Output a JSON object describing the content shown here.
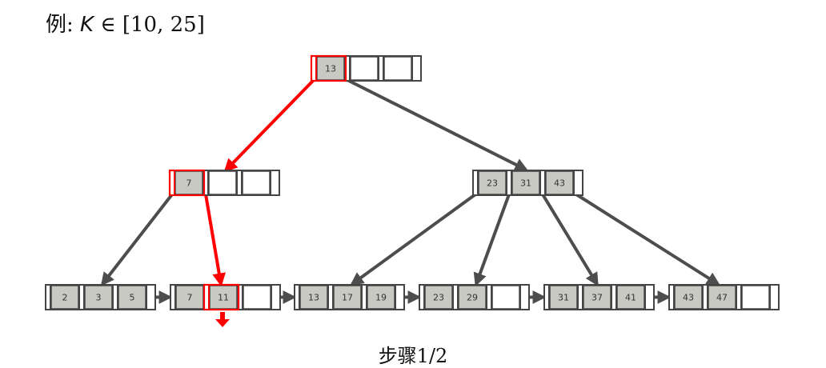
{
  "title": {
    "prefix": "例: ",
    "var": "K",
    "relation": " ∈ [10, 25]"
  },
  "caption": "步骤1/2",
  "colors": {
    "key_fill": "#c8c9c3",
    "border": "#444444",
    "highlight": "#ff0000",
    "edge": "#4d4d4d"
  },
  "tree": {
    "root": {
      "id": "root",
      "keys": [
        "13"
      ],
      "highlight_key": 0
    },
    "internal": [
      {
        "id": "i0",
        "keys": [
          "7"
        ],
        "highlight_key": 0
      },
      {
        "id": "i1",
        "keys": [
          "23",
          "31",
          "43"
        ]
      }
    ],
    "leaves": [
      {
        "id": "l0",
        "keys": [
          "2",
          "3",
          "5"
        ]
      },
      {
        "id": "l1",
        "keys": [
          "7",
          "11"
        ],
        "highlight_key": 1
      },
      {
        "id": "l2",
        "keys": [
          "13",
          "17",
          "19"
        ]
      },
      {
        "id": "l3",
        "keys": [
          "23",
          "29"
        ]
      },
      {
        "id": "l4",
        "keys": [
          "31",
          "37",
          "41"
        ]
      },
      {
        "id": "l5",
        "keys": [
          "43",
          "47"
        ]
      }
    ],
    "search_path": [
      "root",
      "i0",
      "l1"
    ]
  }
}
